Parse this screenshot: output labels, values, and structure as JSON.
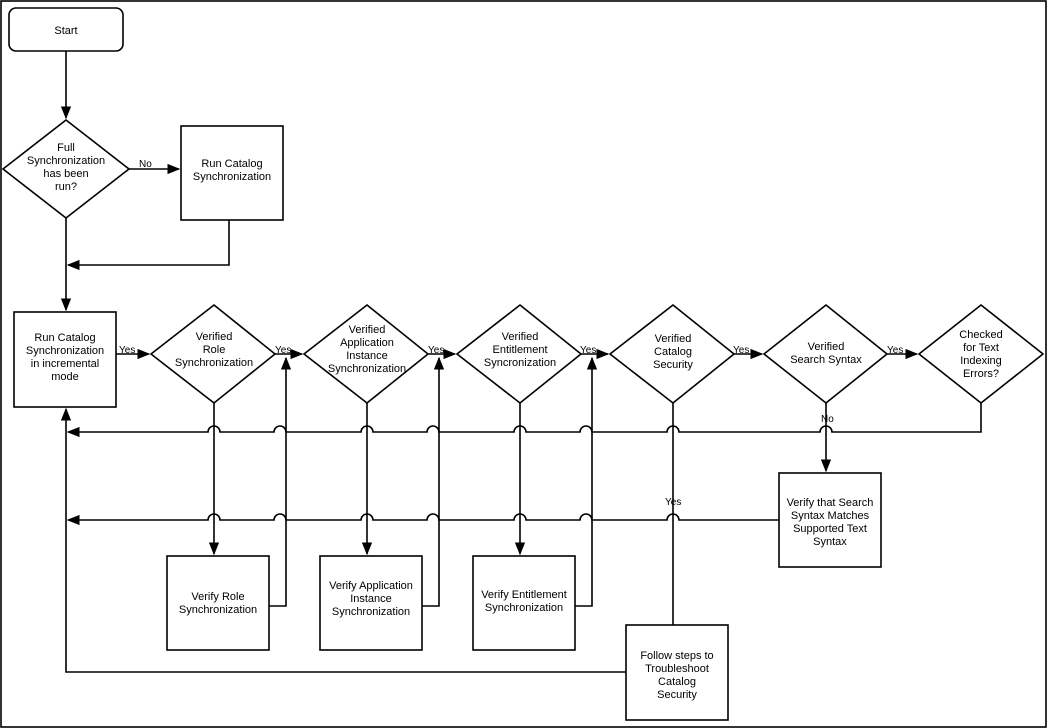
{
  "nodes": {
    "start": "Start",
    "full_sync_decision": [
      "Full",
      "Synchronization",
      "has been",
      "run?"
    ],
    "run_catalog_sync": [
      "Run Catalog",
      "Synchronization"
    ],
    "run_incremental": [
      "Run Catalog",
      "Synchronization",
      "in incremental",
      "mode"
    ],
    "verified_role_sync": [
      "Verified",
      "Role",
      "Synchronization"
    ],
    "verified_app_instance_sync": [
      "Verified",
      "Application",
      "Instance",
      "Synchronization"
    ],
    "verified_entitlement_sync": [
      "Verified",
      "Entitlement",
      "Syncronization"
    ],
    "verified_catalog_security": [
      "Verified",
      "Catalog",
      "Security"
    ],
    "verified_search_syntax": [
      "Verified",
      "Search Syntax"
    ],
    "checked_text_indexing": [
      "Checked",
      "for Text",
      "Indexing",
      "Errors?"
    ],
    "verify_role_sync": [
      "Verify Role",
      "Synchronization"
    ],
    "verify_app_instance_sync": [
      "Verify Application",
      "Instance",
      "Synchronization"
    ],
    "verify_entitlement_sync": [
      "Verify Entitlement",
      "Synchronization"
    ],
    "troubleshoot_catalog_security": [
      "Follow steps to",
      "Troubleshoot",
      "Catalog",
      "Security"
    ],
    "verify_search_syntax": [
      "Verify that Search",
      "Syntax Matches",
      "Supported Text",
      "Syntax"
    ]
  },
  "edge_labels": {
    "no_full_sync": "No",
    "yes_incremental": "Yes",
    "yes_role": "Yes",
    "yes_app_instance": "Yes",
    "yes_entitlement": "Yes",
    "yes_catalog_security": "Yes",
    "yes_search_syntax": "Yes",
    "no_search_syntax": "No",
    "yes_catalog_security_down": "Yes"
  }
}
